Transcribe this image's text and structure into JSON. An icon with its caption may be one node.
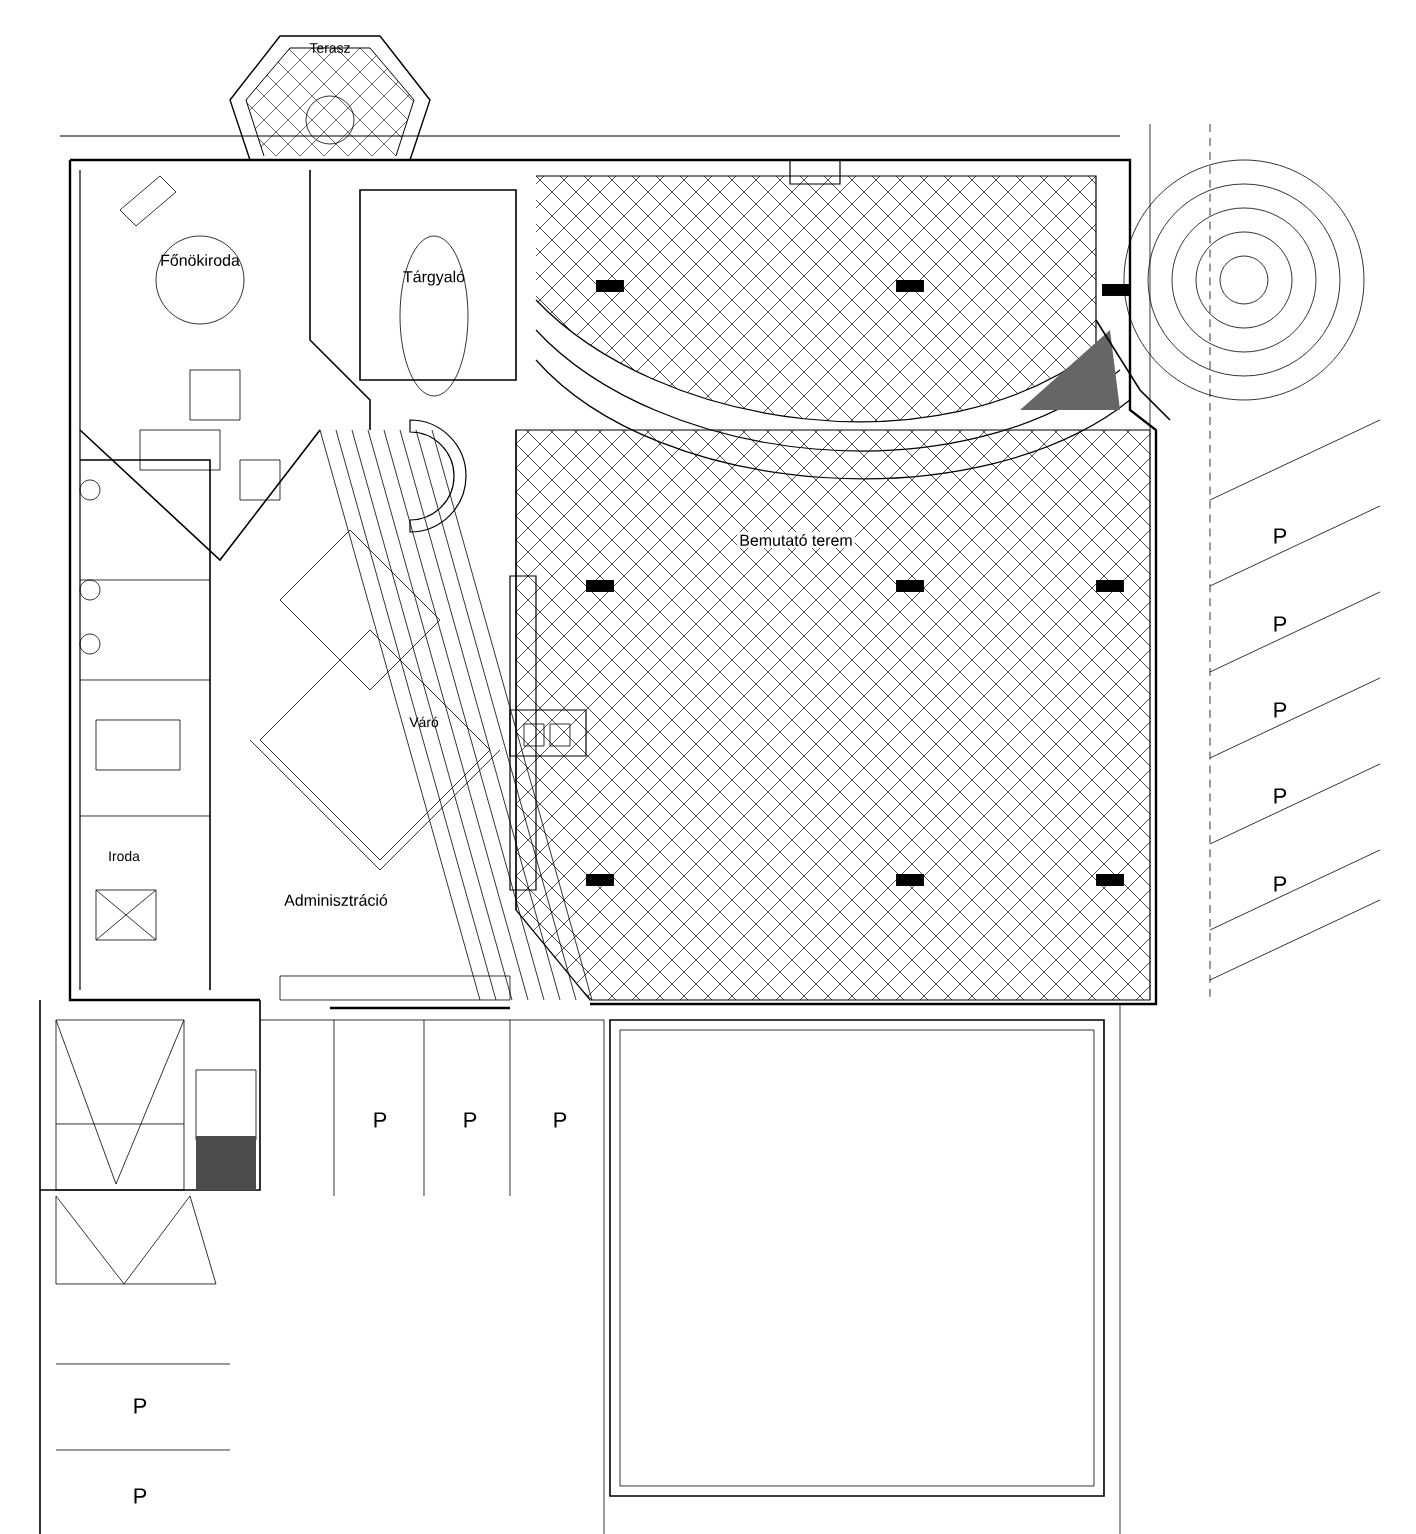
{
  "diagram": {
    "labels": [
      "Terasz",
      "Főnökiroda",
      "Tárgyaló",
      "Bemutató terem",
      "Váró",
      "Adminisztráció",
      "Iroda",
      "P",
      "P",
      "P",
      "P",
      "P",
      "P",
      "P",
      "P",
      "P",
      "P"
    ]
  }
}
